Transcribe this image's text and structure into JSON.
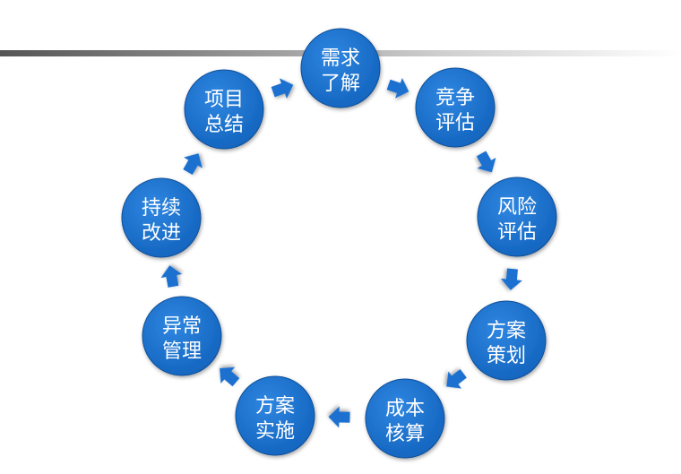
{
  "colors": {
    "node_fill": "#1769c2",
    "node_stroke": "#0f4f99",
    "arrow_fill": "#1b6fd0",
    "text": "#ffffff"
  },
  "nodes": [
    {
      "line1": "需求",
      "line2": "了解"
    },
    {
      "line1": "竞争",
      "line2": "评估"
    },
    {
      "line1": "风险",
      "line2": "评估"
    },
    {
      "line1": "方案",
      "line2": "策划"
    },
    {
      "line1": "成本",
      "line2": "核算"
    },
    {
      "line1": "方案",
      "line2": "实施"
    },
    {
      "line1": "异常",
      "line2": "管理"
    },
    {
      "line1": "持续",
      "line2": "改进"
    },
    {
      "line1": "项目",
      "line2": "总结"
    }
  ]
}
